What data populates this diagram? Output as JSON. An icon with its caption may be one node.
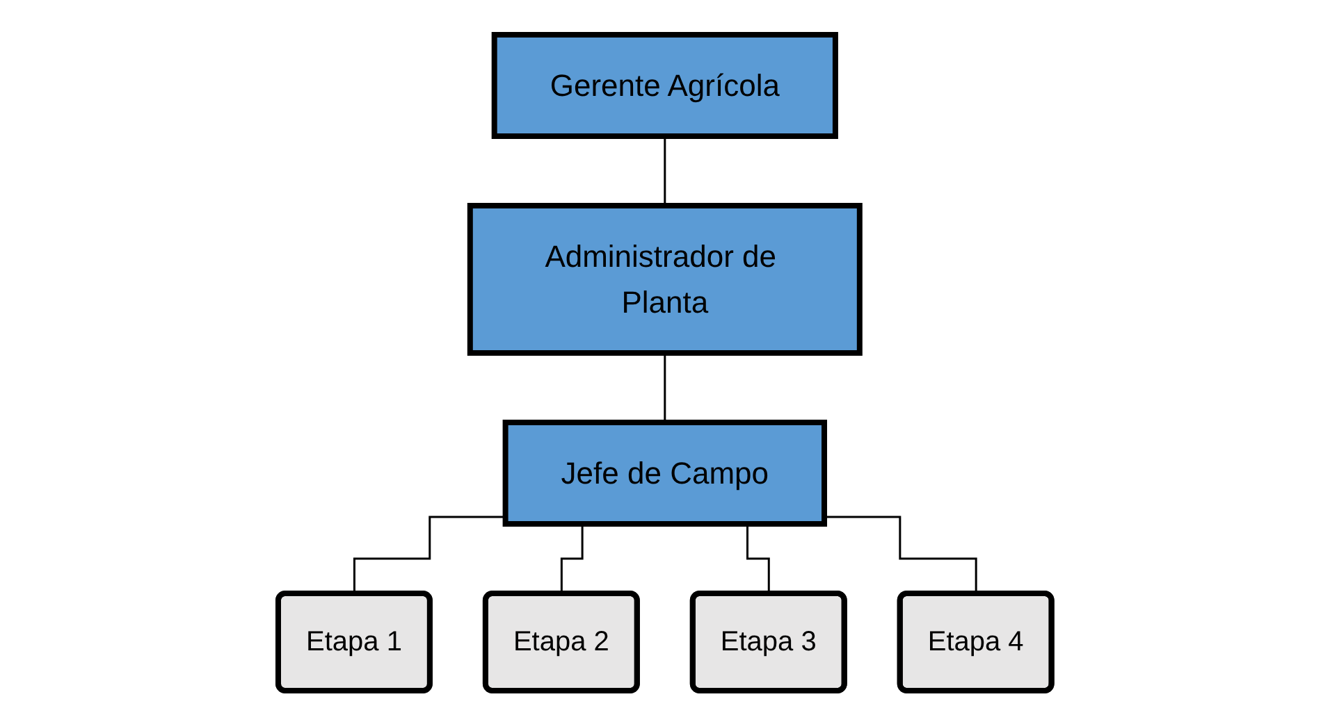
{
  "diagram": {
    "nodes": [
      {
        "text": [
          "Gerente Agrícola"
        ]
      },
      {
        "text": [
          "Administrador de Planta"
        ]
      },
      {
        "text": [
          "Jefe de Campo"
        ]
      },
      {
        "text": [
          "Etapa 1"
        ]
      },
      {
        "text": [
          "Etapa 2"
        ]
      },
      {
        "text": [
          "Etapa 3"
        ]
      },
      {
        "text": [
          "Etapa 4"
        ]
      }
    ],
    "edges": [
      {
        "from": 0,
        "to": 1,
        "arrow": "none"
      },
      {
        "from": 1,
        "to": 2,
        "arrow": "none"
      },
      {
        "from": 2,
        "to": 3,
        "arrow": "none"
      },
      {
        "from": 2,
        "to": 4,
        "arrow": "none"
      },
      {
        "from": 2,
        "to": 5,
        "arrow": "none"
      },
      {
        "from": 2,
        "to": 6,
        "arrow": "none"
      }
    ]
  }
}
